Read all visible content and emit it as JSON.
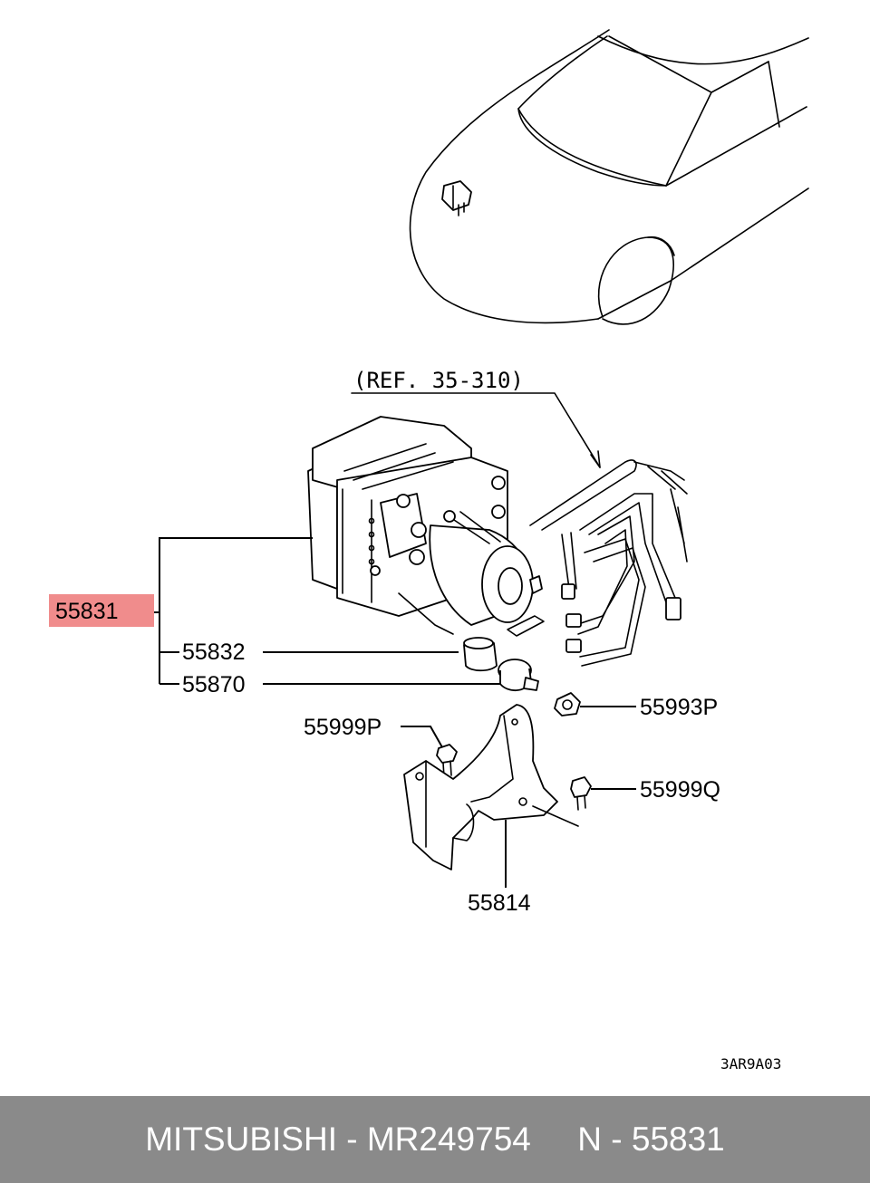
{
  "diagram": {
    "reference": "(REF. 35-310)",
    "drawing_code": "3AR9A03",
    "highlight_color": "#f08c8c",
    "parts": {
      "abs_unit": "55831",
      "part_55832": "55832",
      "part_55870": "55870",
      "part_55993p": "55993P",
      "part_55999p": "55999P",
      "part_55999q": "55999Q",
      "bracket": "55814"
    }
  },
  "footer": {
    "text": "MITSUBISHI - MR249754     N - 55831",
    "background": "#8a8a8a"
  }
}
